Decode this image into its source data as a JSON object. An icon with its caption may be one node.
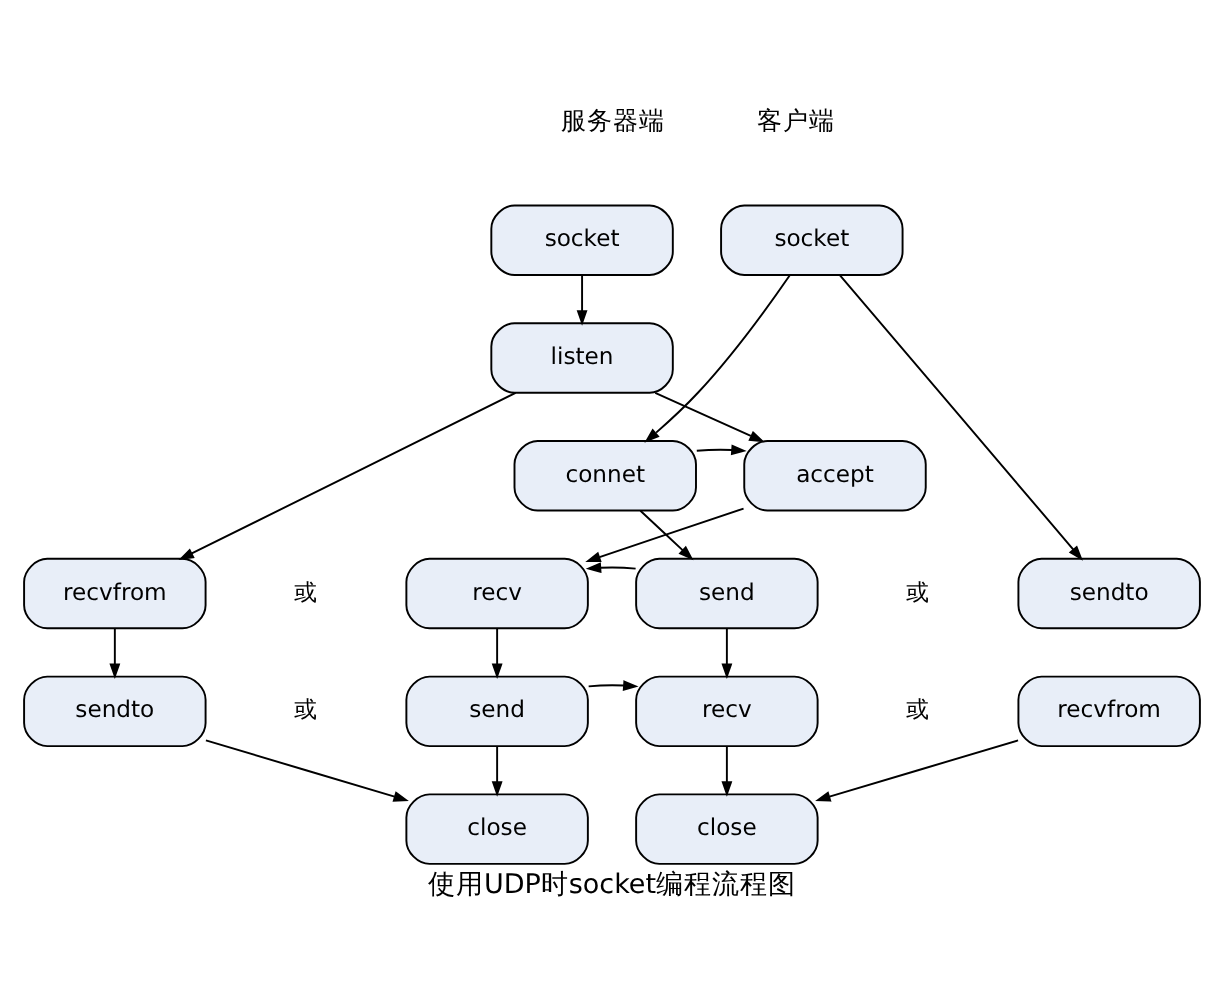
{
  "diagram": {
    "caption": "使用UDP时socket编程流程图",
    "nodes": [
      {
        "text": [
          "socket"
        ]
      },
      {
        "text": [
          "socket"
        ]
      },
      {
        "text": [
          "listen"
        ]
      },
      {
        "text": [
          "accept"
        ]
      },
      {
        "text": [
          "connet"
        ]
      },
      {
        "text": [
          "recvfrom"
        ]
      },
      {
        "text": [
          "recv"
        ]
      },
      {
        "text": [
          "send"
        ]
      },
      {
        "text": [
          "sendto"
        ]
      },
      {
        "text": [
          "sendto"
        ]
      },
      {
        "text": [
          "send"
        ]
      },
      {
        "text": [
          "recv"
        ]
      },
      {
        "text": [
          "recvfrom"
        ]
      },
      {
        "text": [
          "close"
        ]
      },
      {
        "text": [
          "close"
        ]
      }
    ],
    "edges": [
      {
        "from": 0,
        "to": 2,
        "arrow": "to"
      },
      {
        "from": 2,
        "to": 3,
        "arrow": "to"
      },
      {
        "from": 2,
        "to": 5,
        "arrow": "to"
      },
      {
        "from": 1,
        "to": 4,
        "arrow": "to"
      },
      {
        "from": 1,
        "to": 9,
        "arrow": "to"
      },
      {
        "from": 4,
        "to": 3,
        "arrow": "to"
      },
      {
        "from": 3,
        "to": 6,
        "arrow": "to"
      },
      {
        "from": 4,
        "to": 7,
        "arrow": "to"
      },
      {
        "from": 7,
        "to": 6,
        "arrow": "to"
      },
      {
        "from": 5,
        "to": 8,
        "arrow": "to"
      },
      {
        "from": 6,
        "to": 10,
        "arrow": "to"
      },
      {
        "from": 7,
        "to": 11,
        "arrow": "to"
      },
      {
        "from": 10,
        "to": 11,
        "arrow": "to"
      },
      {
        "from": 8,
        "to": 13,
        "arrow": "to"
      },
      {
        "from": 10,
        "to": 13,
        "arrow": "to"
      },
      {
        "from": 11,
        "to": 14,
        "arrow": "to"
      },
      {
        "from": 12,
        "to": 14,
        "arrow": "to"
      }
    ],
    "labels": [
      "服务器端",
      "客户端",
      "或",
      "或",
      "或",
      "或"
    ]
  }
}
